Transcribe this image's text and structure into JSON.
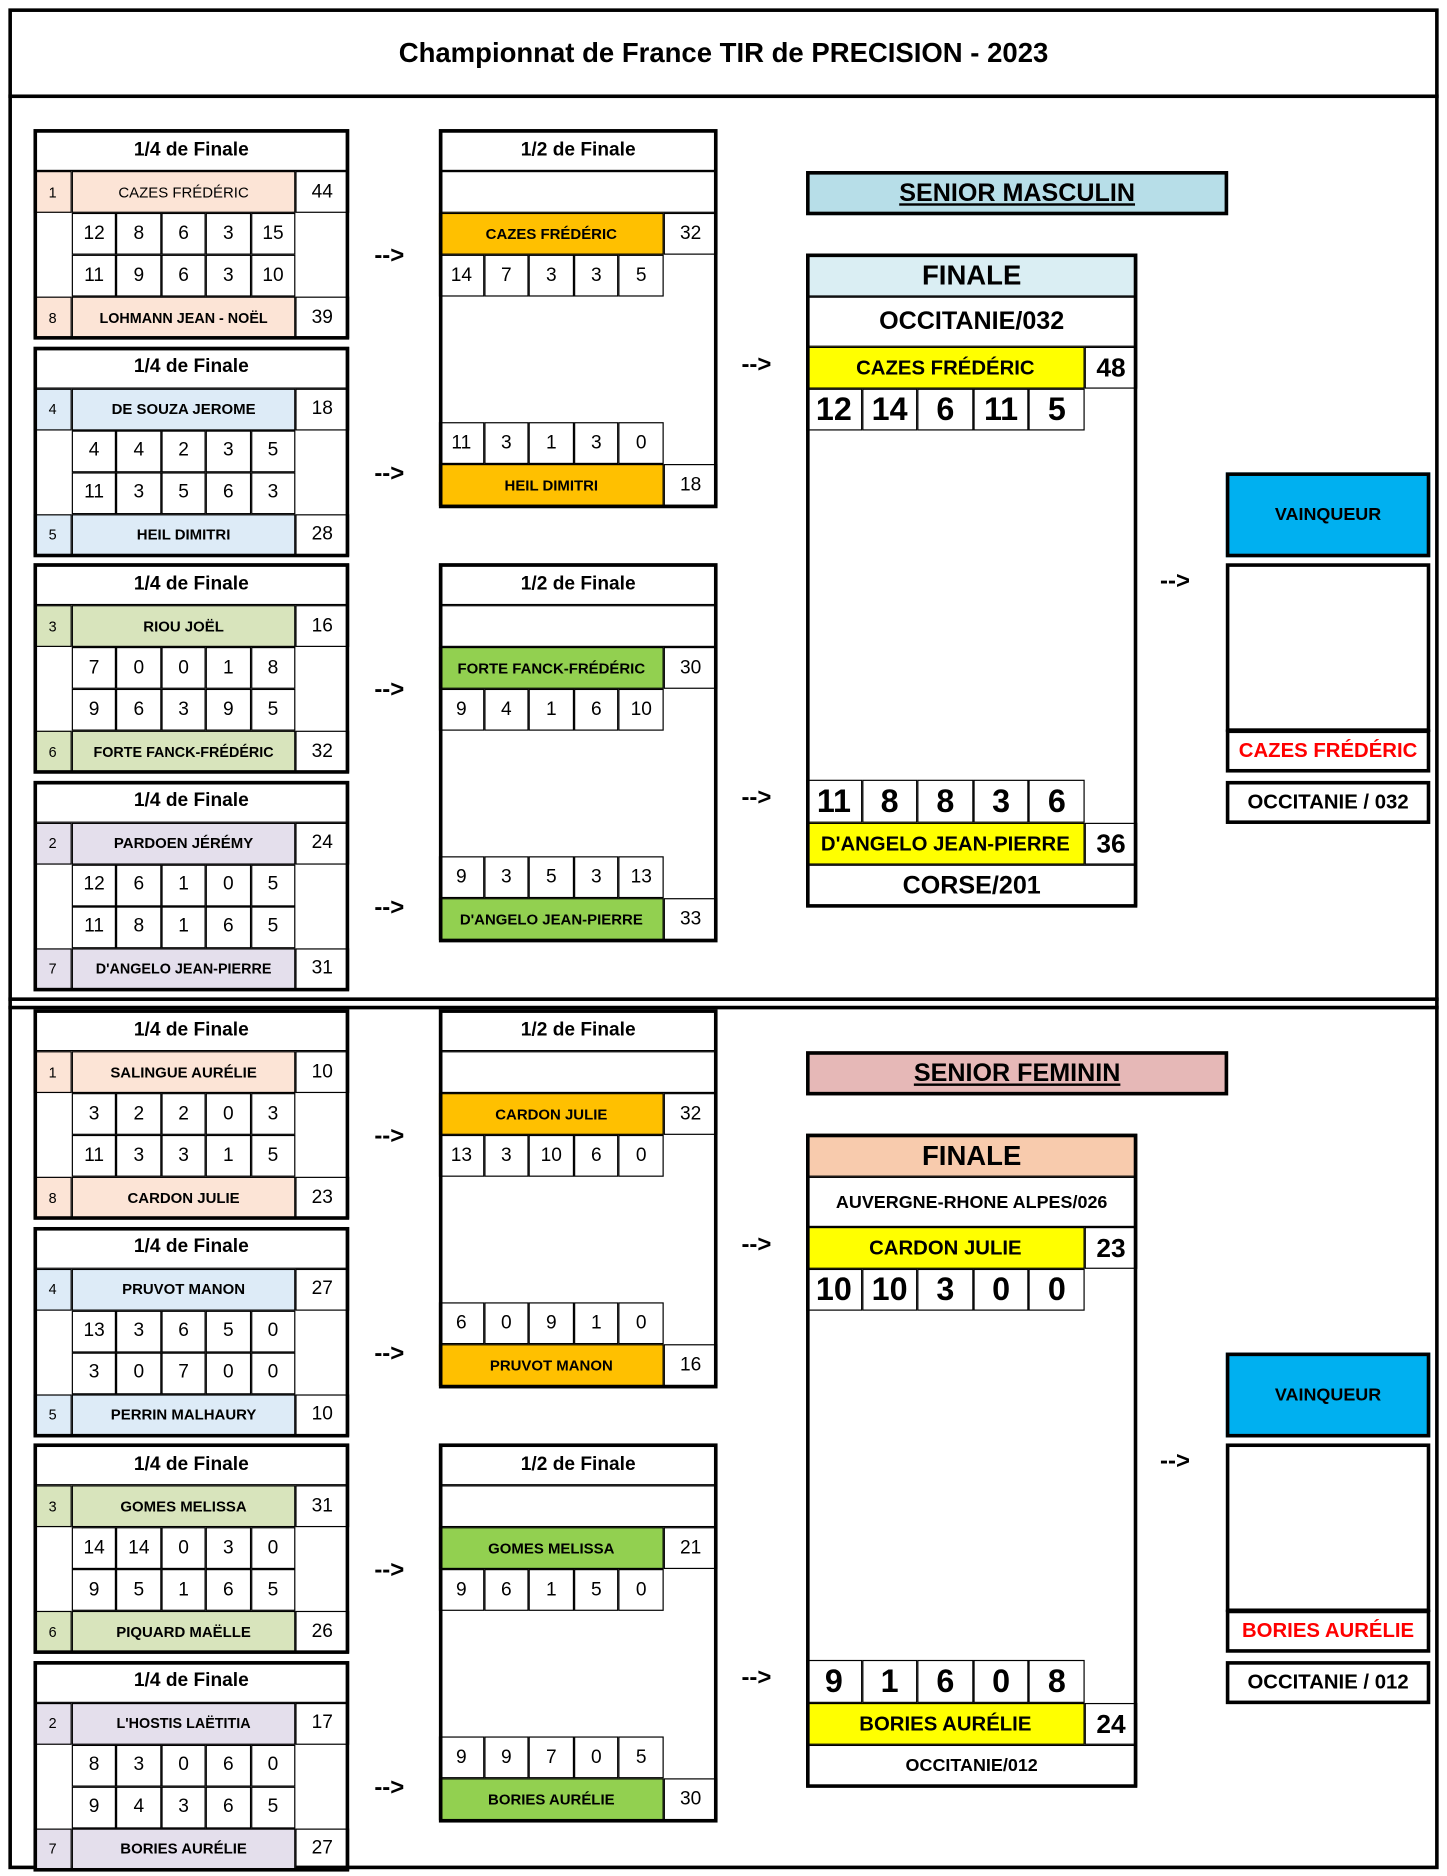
{
  "title": "Championnat de France TIR de PRECISION - 2023",
  "arrow": "-->",
  "qf_label": "1/4 de Finale",
  "sf_label": "1/2 de Finale",
  "final_label": "FINALE",
  "winner_label": "VAINQUEUR",
  "colors": {
    "qf": [
      "#FCE4D6",
      "#DDEBF7",
      "#D8E4BC",
      "#E4DFEC"
    ],
    "sf": [
      "#FFC000",
      "#92D050"
    ],
    "final_player": "#FFFF00",
    "winner_header": "#00B0F0",
    "winner_name": "#FF0000"
  },
  "sections": [
    {
      "category": "SENIOR MASCULIN",
      "category_color": "#B7DEE8",
      "final_header_color": "#DAEEF3",
      "quarters": [
        {
          "top": {
            "seed": "1",
            "name": "CAZES FRÉDÉRIC",
            "total": "44",
            "scores": [
              "12",
              "8",
              "6",
              "3",
              "15"
            ]
          },
          "bottom": {
            "seed": "8",
            "name": "LOHMANN JEAN - NOËL",
            "total": "39",
            "scores": [
              "11",
              "9",
              "6",
              "3",
              "10"
            ]
          }
        },
        {
          "top": {
            "seed": "4",
            "name": "DE SOUZA JEROME",
            "total": "18",
            "scores": [
              "4",
              "4",
              "2",
              "3",
              "5"
            ]
          },
          "bottom": {
            "seed": "5",
            "name": "HEIL DIMITRI",
            "total": "28",
            "scores": [
              "11",
              "3",
              "5",
              "6",
              "3"
            ]
          }
        },
        {
          "top": {
            "seed": "3",
            "name": "RIOU JOËL",
            "total": "16",
            "scores": [
              "7",
              "0",
              "0",
              "1",
              "8"
            ]
          },
          "bottom": {
            "seed": "6",
            "name": "FORTE FANCK-FRÉDÉRIC",
            "total": "32",
            "scores": [
              "9",
              "6",
              "3",
              "9",
              "5"
            ]
          }
        },
        {
          "top": {
            "seed": "2",
            "name": "PARDOEN JÉRÉMY",
            "total": "24",
            "scores": [
              "12",
              "6",
              "1",
              "0",
              "5"
            ]
          },
          "bottom": {
            "seed": "7",
            "name": "D'ANGELO JEAN-PIERRE",
            "total": "31",
            "scores": [
              "11",
              "8",
              "1",
              "6",
              "5"
            ]
          }
        }
      ],
      "semis": [
        {
          "top": {
            "name": "CAZES FRÉDÉRIC",
            "total": "32",
            "scores": [
              "14",
              "7",
              "3",
              "3",
              "5"
            ]
          },
          "bottom": {
            "name": "HEIL DIMITRI",
            "total": "18",
            "scores": [
              "11",
              "3",
              "1",
              "3",
              "0"
            ]
          }
        },
        {
          "top": {
            "name": "FORTE FANCK-FRÉDÉRIC",
            "total": "30",
            "scores": [
              "9",
              "4",
              "1",
              "6",
              "10"
            ]
          },
          "bottom": {
            "name": "D'ANGELO JEAN-PIERRE",
            "total": "33",
            "scores": [
              "9",
              "3",
              "5",
              "3",
              "13"
            ]
          }
        }
      ],
      "final": {
        "top": {
          "region": "OCCITANIE/032",
          "name": "CAZES FRÉDÉRIC",
          "total": "48",
          "scores": [
            "12",
            "14",
            "6",
            "11",
            "5"
          ]
        },
        "bottom": {
          "region": "CORSE/201",
          "name": "D'ANGELO JEAN-PIERRE",
          "total": "36",
          "scores": [
            "11",
            "8",
            "8",
            "3",
            "6"
          ]
        }
      },
      "winner": {
        "name": "CAZES FRÉDÉRIC",
        "region": "OCCITANIE / 032"
      }
    },
    {
      "category": "SENIOR FEMININ",
      "category_color": "#E6B8B7",
      "final_header_color": "#F8CBAD",
      "quarters": [
        {
          "top": {
            "seed": "1",
            "name": "SALINGUE AURÉLIE",
            "total": "10",
            "scores": [
              "3",
              "2",
              "2",
              "0",
              "3"
            ]
          },
          "bottom": {
            "seed": "8",
            "name": "CARDON JULIE",
            "total": "23",
            "scores": [
              "11",
              "3",
              "3",
              "1",
              "5"
            ]
          }
        },
        {
          "top": {
            "seed": "4",
            "name": "PRUVOT MANON",
            "total": "27",
            "scores": [
              "13",
              "3",
              "6",
              "5",
              "0"
            ]
          },
          "bottom": {
            "seed": "5",
            "name": "PERRIN MALHAURY",
            "total": "10",
            "scores": [
              "3",
              "0",
              "7",
              "0",
              "0"
            ]
          }
        },
        {
          "top": {
            "seed": "3",
            "name": "GOMES MELISSA",
            "total": "31",
            "scores": [
              "14",
              "14",
              "0",
              "3",
              "0"
            ]
          },
          "bottom": {
            "seed": "6",
            "name": "PIQUARD MAËLLE",
            "total": "26",
            "scores": [
              "9",
              "5",
              "1",
              "6",
              "5"
            ]
          }
        },
        {
          "top": {
            "seed": "2",
            "name": "L'HOSTIS LAËTITIA",
            "total": "17",
            "scores": [
              "8",
              "3",
              "0",
              "6",
              "0"
            ]
          },
          "bottom": {
            "seed": "7",
            "name": "BORIES AURÉLIE",
            "total": "27",
            "scores": [
              "9",
              "4",
              "3",
              "6",
              "5"
            ]
          }
        }
      ],
      "semis": [
        {
          "top": {
            "name": "CARDON JULIE",
            "total": "32",
            "scores": [
              "13",
              "3",
              "10",
              "6",
              "0"
            ]
          },
          "bottom": {
            "name": "PRUVOT MANON",
            "total": "16",
            "scores": [
              "6",
              "0",
              "9",
              "1",
              "0"
            ]
          }
        },
        {
          "top": {
            "name": "GOMES MELISSA",
            "total": "21",
            "scores": [
              "9",
              "6",
              "1",
              "5",
              "0"
            ]
          },
          "bottom": {
            "name": "BORIES AURÉLIE",
            "total": "30",
            "scores": [
              "9",
              "9",
              "7",
              "0",
              "5"
            ]
          }
        }
      ],
      "final": {
        "top": {
          "region": "AUVERGNE-RHONE ALPES/026",
          "name": "CARDON JULIE",
          "total": "23",
          "scores": [
            "10",
            "10",
            "3",
            "0",
            "0"
          ]
        },
        "bottom": {
          "region": "OCCITANIE/012",
          "name": "BORIES AURÉLIE",
          "total": "24",
          "scores": [
            "9",
            "1",
            "6",
            "0",
            "8"
          ]
        }
      },
      "winner": {
        "name": "BORIES AURÉLIE",
        "region": "OCCITANIE / 012"
      }
    }
  ]
}
